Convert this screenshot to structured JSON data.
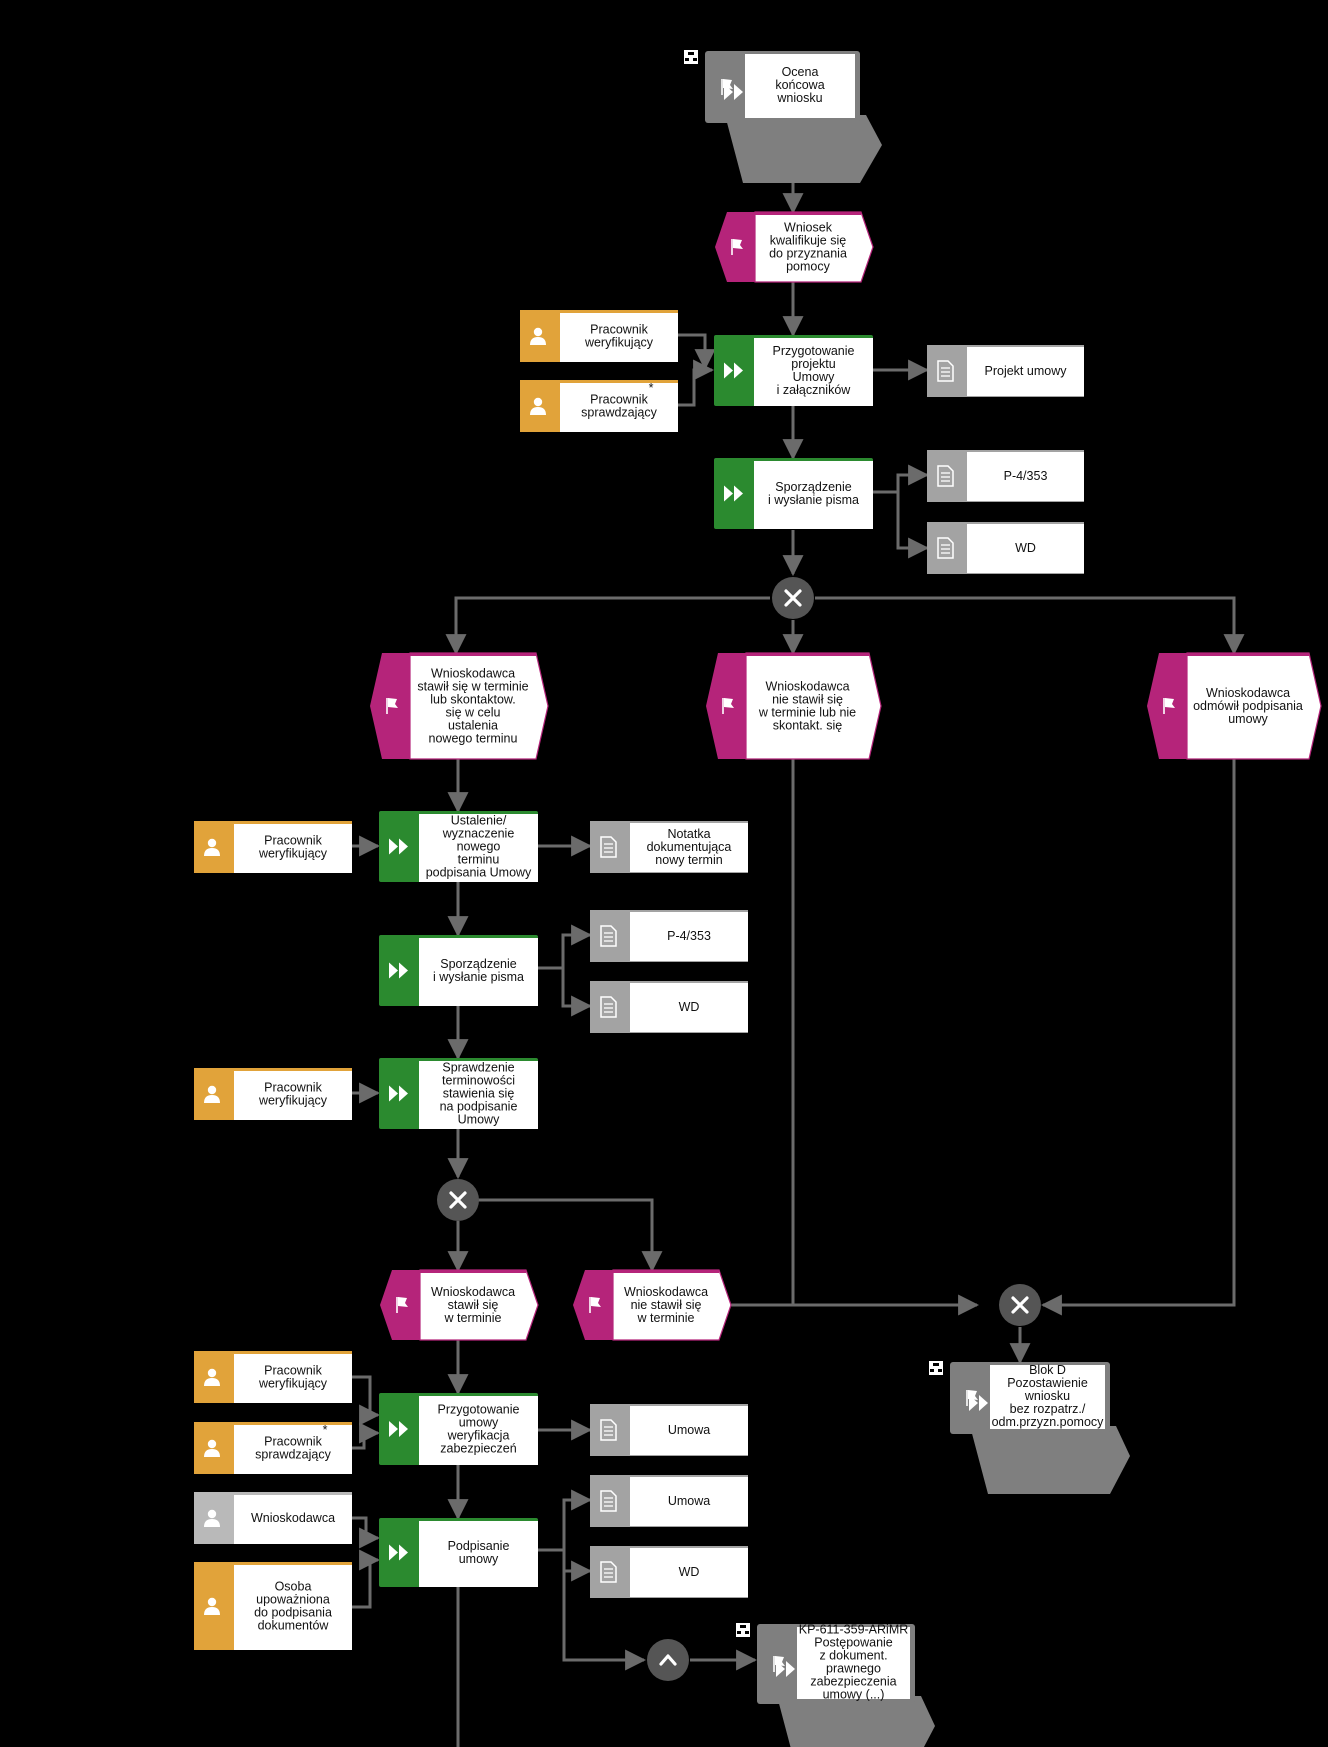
{
  "colors": {
    "line": "#6b6b6b",
    "interface": "#7f7f7f",
    "event": "#b5247a",
    "function": "#2b8a2f",
    "role": "#e1a33a",
    "role_external": "#b9b9b9",
    "document": "#a3a3a3",
    "gateway": "#555555"
  },
  "nodes": {
    "if_ocena": {
      "lines": [
        "Ocena",
        "końcowa",
        "wniosku"
      ]
    },
    "ev_kwalifikuje": {
      "lines": [
        "Wniosek",
        "kwalifikuje się",
        "do przyznania",
        "pomocy"
      ]
    },
    "role_weryf_1": {
      "lines": [
        "Pracownik",
        "weryfikujący"
      ]
    },
    "role_spraw_1": {
      "lines": [
        "Pracownik",
        "sprawdzający"
      ]
    },
    "fn_przygotowanie": {
      "lines": [
        "Przygotowanie",
        "projektu",
        "Umowy",
        "i załączników"
      ]
    },
    "doc_projekt": {
      "lines": [
        "Projekt umowy"
      ]
    },
    "fn_sporzadzenie_1": {
      "lines": [
        "Sporządzenie",
        "i wysłanie pisma"
      ]
    },
    "doc_p4_1": {
      "lines": [
        "P-4/353"
      ]
    },
    "doc_wd_1": {
      "lines": [
        "WD"
      ]
    },
    "ev_stawil_skont": {
      "lines": [
        "Wnioskodawca",
        "stawił się w terminie",
        "lub skontaktow.",
        "się w celu",
        "ustalenia",
        "nowego terminu"
      ]
    },
    "ev_nie_stawil_1": {
      "lines": [
        "Wnioskodawca",
        "nie stawił się",
        "w terminie lub nie",
        "skontakt. się"
      ]
    },
    "ev_odmowil": {
      "lines": [
        "Wnioskodawca",
        "odmówił podpisania",
        "umowy"
      ]
    },
    "role_weryf_2": {
      "lines": [
        "Pracownik",
        "weryfikujący"
      ]
    },
    "fn_ustalenie": {
      "lines": [
        "Ustalenie/",
        "wyznaczenie",
        "nowego",
        "terminu",
        "podpisania Umowy"
      ]
    },
    "doc_notatka": {
      "lines": [
        "Notatka",
        "dokumentująca",
        "nowy termin"
      ]
    },
    "fn_sporzadzenie_2": {
      "lines": [
        "Sporządzenie",
        "i wysłanie pisma"
      ]
    },
    "doc_p4_2": {
      "lines": [
        "P-4/353"
      ]
    },
    "doc_wd_2": {
      "lines": [
        "WD"
      ]
    },
    "role_weryf_3": {
      "lines": [
        "Pracownik",
        "weryfikujący"
      ]
    },
    "fn_sprawdzenie": {
      "lines": [
        "Sprawdzenie",
        "terminowości",
        "stawienia się",
        "na podpisanie",
        "Umowy"
      ]
    },
    "ev_stawil": {
      "lines": [
        "Wnioskodawca",
        "stawił się",
        "w terminie"
      ]
    },
    "ev_nie_stawil_2": {
      "lines": [
        "Wnioskodawca",
        "nie stawił się",
        "w terminie"
      ]
    },
    "if_blok_d": {
      "lines": [
        "Blok D",
        "Pozostawienie",
        "wniosku",
        "bez rozpatrz./",
        "odm.przyzn.pomocy"
      ]
    },
    "role_weryf_4": {
      "lines": [
        "Pracownik",
        "weryfikujący"
      ]
    },
    "role_spraw_2": {
      "lines": [
        "Pracownik",
        "sprawdzający"
      ]
    },
    "fn_przyg_umowy": {
      "lines": [
        "Przygotowanie",
        "umowy",
        "weryfikacja",
        "zabezpieczeń"
      ]
    },
    "doc_umowa_1": {
      "lines": [
        "Umowa"
      ]
    },
    "role_wnioskodawca": {
      "lines": [
        "Wnioskodawca"
      ]
    },
    "role_osoba": {
      "lines": [
        "Osoba",
        "upoważniona",
        "do podpisania",
        "dokumentów"
      ]
    },
    "fn_podpisanie": {
      "lines": [
        "Podpisanie",
        "umowy"
      ]
    },
    "doc_umowa_2": {
      "lines": [
        "Umowa"
      ]
    },
    "doc_wd_3": {
      "lines": [
        "WD"
      ]
    },
    "if_kp": {
      "lines": [
        "KP-611-359-ARiMR",
        "Postępowanie",
        "z dokument.",
        "prawnego",
        "zabezpieczenia",
        "umowy (...)"
      ]
    }
  },
  "markers": {
    "asterisk": "*"
  }
}
